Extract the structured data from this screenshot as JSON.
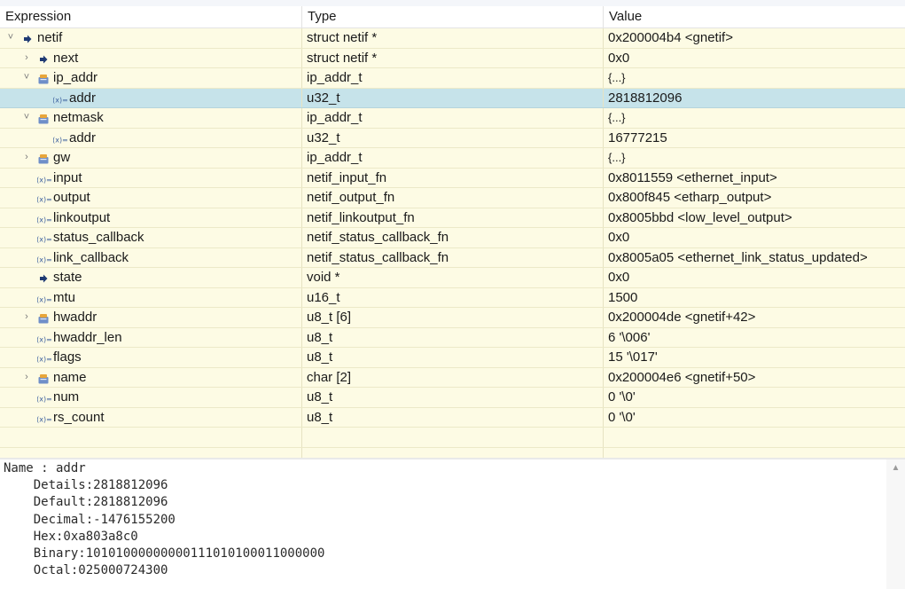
{
  "columns": {
    "expression": "Expression",
    "type": "Type",
    "value": "Value"
  },
  "rows": [
    {
      "expr": "netif",
      "type": "struct netif *",
      "value": "0x200004b4 <gnetif>",
      "level": 0,
      "twisty": "open",
      "icon": "pointer-icon"
    },
    {
      "expr": "next",
      "type": "struct netif *",
      "value": "0x0",
      "level": 1,
      "twisty": "closed",
      "icon": "pointer-icon"
    },
    {
      "expr": "ip_addr",
      "type": "ip_addr_t",
      "value": "{...}",
      "level": 1,
      "twisty": "open",
      "icon": "struct-icon"
    },
    {
      "expr": "addr",
      "type": "u32_t",
      "value": "2818812096",
      "level": 2,
      "twisty": "none",
      "icon": "variable-icon",
      "selected": true
    },
    {
      "expr": "netmask",
      "type": "ip_addr_t",
      "value": "{...}",
      "level": 1,
      "twisty": "open",
      "icon": "struct-icon"
    },
    {
      "expr": "addr",
      "type": "u32_t",
      "value": "16777215",
      "level": 2,
      "twisty": "none",
      "icon": "variable-icon"
    },
    {
      "expr": "gw",
      "type": "ip_addr_t",
      "value": "{...}",
      "level": 1,
      "twisty": "closed",
      "icon": "struct-icon"
    },
    {
      "expr": "input",
      "type": "netif_input_fn",
      "value": "0x8011559 <ethernet_input>",
      "level": 1,
      "twisty": "none",
      "icon": "variable-icon"
    },
    {
      "expr": "output",
      "type": "netif_output_fn",
      "value": "0x800f845 <etharp_output>",
      "level": 1,
      "twisty": "none",
      "icon": "variable-icon"
    },
    {
      "expr": "linkoutput",
      "type": "netif_linkoutput_fn",
      "value": "0x8005bbd <low_level_output>",
      "level": 1,
      "twisty": "none",
      "icon": "variable-icon"
    },
    {
      "expr": "status_callback",
      "type": "netif_status_callback_fn",
      "value": "0x0",
      "level": 1,
      "twisty": "none",
      "icon": "variable-icon"
    },
    {
      "expr": "link_callback",
      "type": "netif_status_callback_fn",
      "value": "0x8005a05 <ethernet_link_status_updated>",
      "level": 1,
      "twisty": "none",
      "icon": "variable-icon"
    },
    {
      "expr": "state",
      "type": "void *",
      "value": "0x0",
      "level": 1,
      "twisty": "none",
      "icon": "pointer-icon"
    },
    {
      "expr": "mtu",
      "type": "u16_t",
      "value": "1500",
      "level": 1,
      "twisty": "none",
      "icon": "variable-icon"
    },
    {
      "expr": "hwaddr",
      "type": "u8_t [6]",
      "value": "0x200004de <gnetif+42>",
      "level": 1,
      "twisty": "closed",
      "icon": "struct-icon"
    },
    {
      "expr": "hwaddr_len",
      "type": "u8_t",
      "value": "6 '\\006'",
      "level": 1,
      "twisty": "none",
      "icon": "variable-icon"
    },
    {
      "expr": "flags",
      "type": "u8_t",
      "value": "15 '\\017'",
      "level": 1,
      "twisty": "none",
      "icon": "variable-icon"
    },
    {
      "expr": "name",
      "type": "char [2]",
      "value": "0x200004e6 <gnetif+50>",
      "level": 1,
      "twisty": "closed",
      "icon": "struct-icon"
    },
    {
      "expr": "num",
      "type": "u8_t",
      "value": "0 '\\0'",
      "level": 1,
      "twisty": "none",
      "icon": "variable-icon"
    },
    {
      "expr": "rs_count",
      "type": "u8_t",
      "value": "0 '\\0'",
      "level": 1,
      "twisty": "none",
      "icon": "variable-icon"
    }
  ],
  "details": {
    "name_line": "Name : addr",
    "lines": [
      "Details:2818812096",
      "Default:2818812096",
      "Decimal:-1476155200",
      "Hex:0xa803a8c0",
      "Binary:10101000000000111010100011000000",
      "Octal:025000724300"
    ]
  },
  "colors": {
    "row_bg": "#fdfbe4",
    "selected_bg": "#c6e3ea",
    "pointer_icon": "#1f3a73",
    "struct_icon_top": "#e8a63a",
    "struct_icon_body": "#6f8fc9",
    "variable_icon": "#3b5f9e"
  }
}
